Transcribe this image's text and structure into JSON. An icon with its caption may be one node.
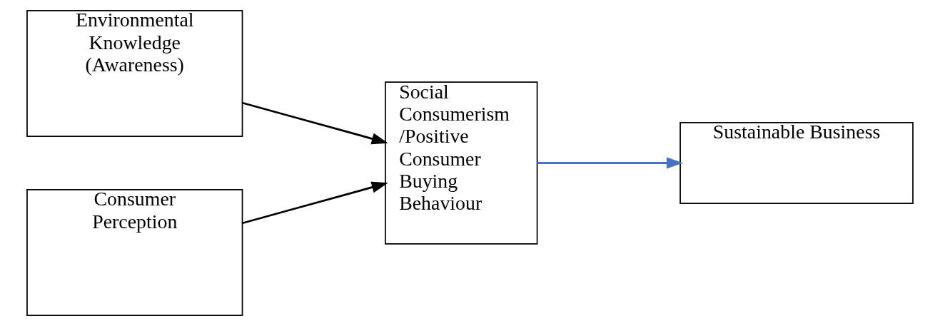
{
  "diagram": {
    "nodes": [
      {
        "text": [
          "Environmental Knowledge (Awareness)"
        ]
      },
      {
        "text": [
          "Consumer Perception"
        ]
      },
      {
        "text": [
          "Social Consumerism /Positive Consumer Buying Behaviour"
        ]
      },
      {
        "text": [
          "Sustainable Business"
        ]
      }
    ],
    "edges": [
      {
        "from": 0,
        "to": 2,
        "arrow": "to"
      },
      {
        "from": 1,
        "to": 2,
        "arrow": "to"
      },
      {
        "from": 2,
        "to": 3,
        "arrow": "to",
        "color": "#4472c4"
      }
    ]
  }
}
